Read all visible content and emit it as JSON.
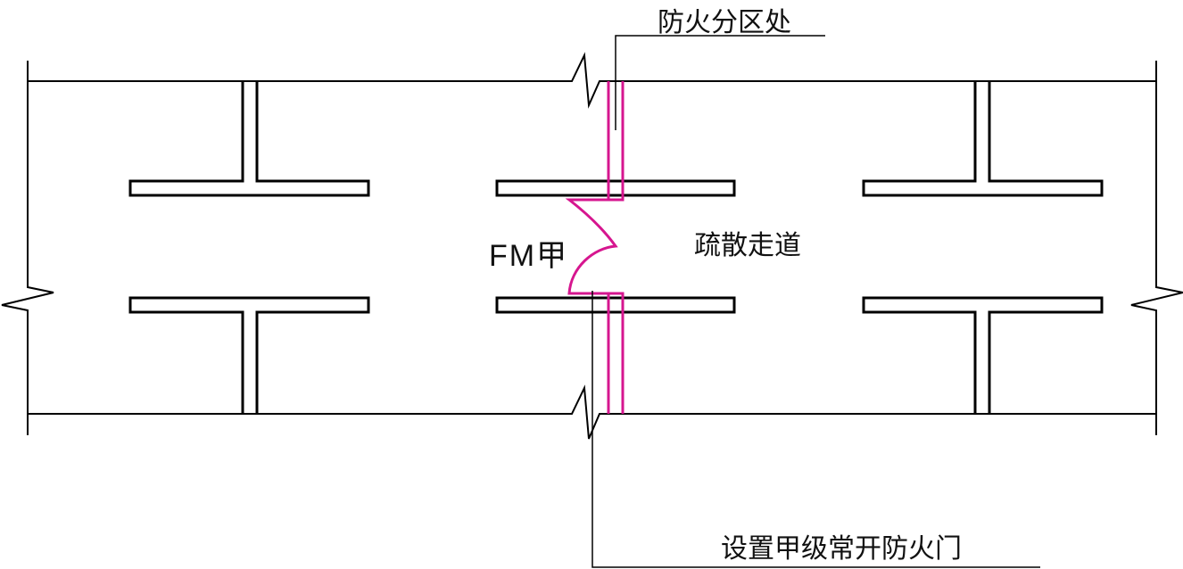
{
  "labels": {
    "fire_partition": "防火分区处",
    "corridor": "疏散走道",
    "door_code": "FM甲",
    "door_note": "设置甲级常开防火门"
  },
  "colors": {
    "line": "#000000",
    "fire_wall": "#d6168f"
  }
}
